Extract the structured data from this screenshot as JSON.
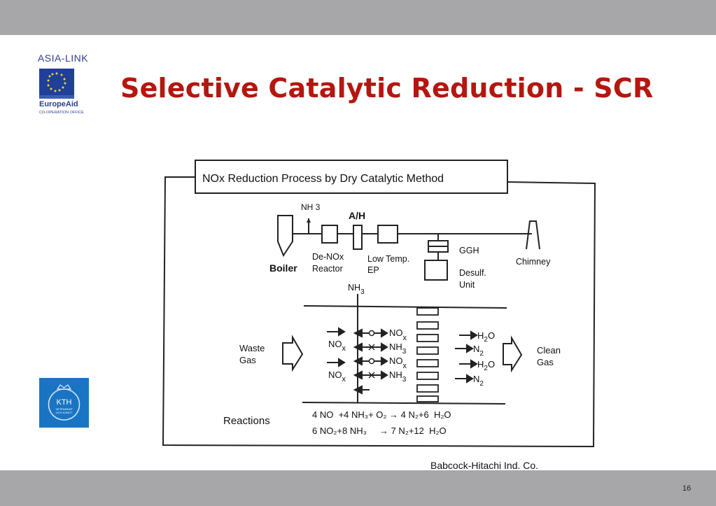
{
  "slide": {
    "title": "Selective Catalytic Reduction - SCR",
    "page_number": "16"
  },
  "logos": {
    "asia_link": {
      "line1": "ASIA-LINK",
      "line2": "EuropeAid",
      "line3": "CO-OPERATION OFFICE"
    },
    "kth": {
      "main": "KTH",
      "sub1": "VETENSKAP",
      "sub2": "OCH KONST"
    }
  },
  "diagram": {
    "heading": "NOx Reduction Process by Dry Catalytic Method",
    "flow": {
      "nh3_top": "NH 3",
      "ah": "A/H",
      "boiler": "Boiler",
      "denox_1": "De-NOx",
      "denox_2": "Reactor",
      "lowtemp_1": "Low Temp.",
      "lowtemp_2": "EP",
      "ggh": "GGH",
      "desulf_1": "Desulf.",
      "desulf_2": "Unit",
      "chimney": "Chimney"
    },
    "reactor": {
      "nh3": "NH",
      "nh3_sub": "3",
      "waste_1": "Waste",
      "waste_2": "Gas",
      "clean_1": "Clean",
      "clean_2": "Gas",
      "nox": "NO",
      "nox_sub": "x",
      "nh": "NH",
      "sub3": "3",
      "h": "H",
      "o": "O",
      "n": "N",
      "sub2": "2"
    },
    "reactions": {
      "label": "Reactions",
      "eq1": "4 NO  +4 NH₃+ O₂ → 4 N₂+6  H₂O",
      "eq2": "6 NO₂+8 NH₃     → 7 N₂+12  H₂O"
    },
    "source": "Babcock-Hitachi Ind. Co."
  }
}
